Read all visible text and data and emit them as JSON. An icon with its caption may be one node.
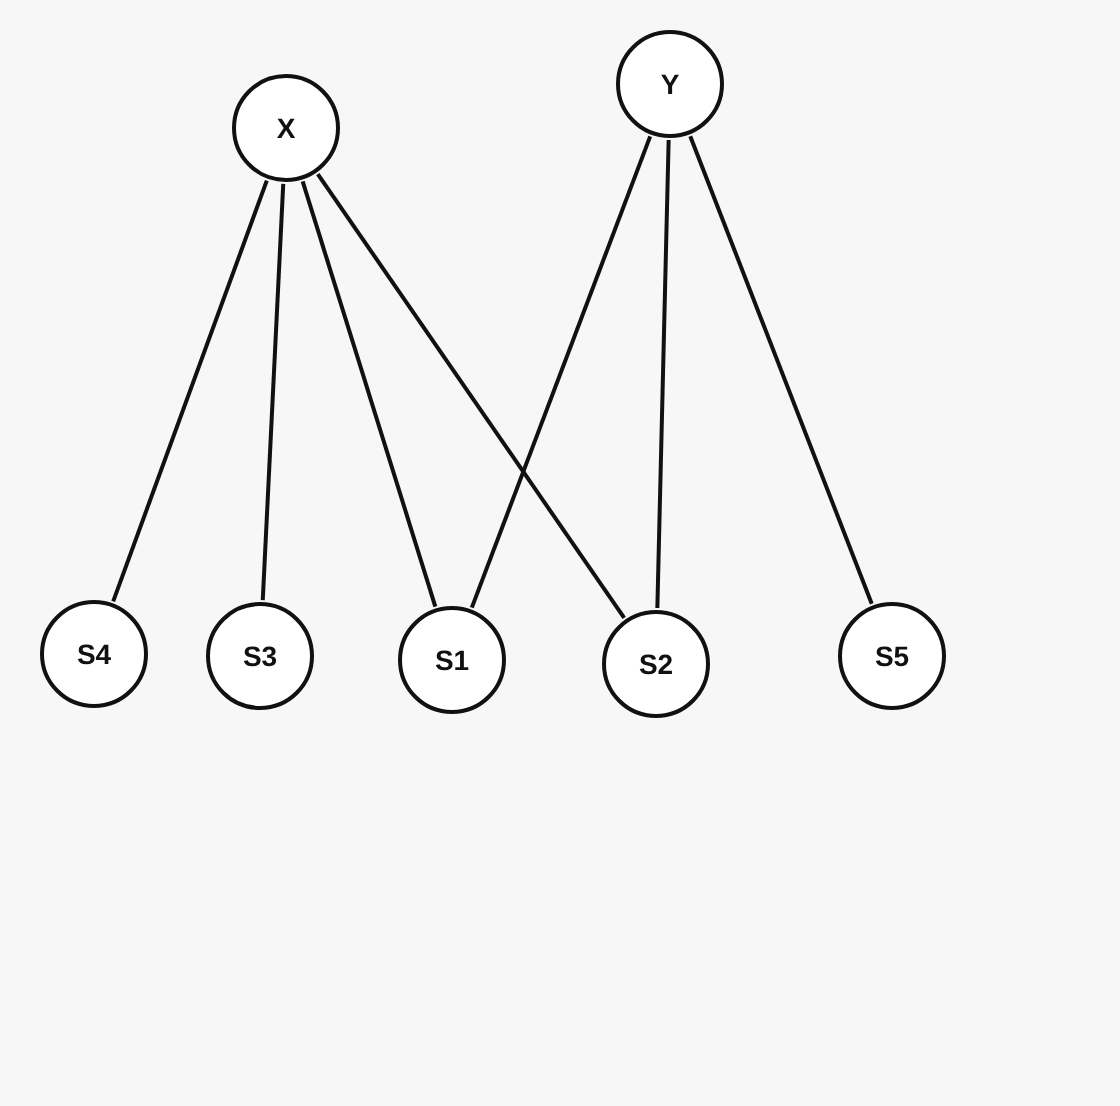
{
  "diagram": {
    "nodes": [
      {
        "text": [
          "X"
        ]
      },
      {
        "text": [
          "Y"
        ]
      },
      {
        "text": [
          "S4"
        ]
      },
      {
        "text": [
          "S3"
        ]
      },
      {
        "text": [
          "S1"
        ]
      },
      {
        "text": [
          "S2"
        ]
      },
      {
        "text": [
          "S5"
        ]
      }
    ],
    "edges": [
      {
        "from": 0,
        "to": 2,
        "arrow": "none"
      },
      {
        "from": 0,
        "to": 3,
        "arrow": "none"
      },
      {
        "from": 0,
        "to": 4,
        "arrow": "none"
      },
      {
        "from": 0,
        "to": 5,
        "arrow": "none"
      },
      {
        "from": 1,
        "to": 4,
        "arrow": "none"
      },
      {
        "from": 1,
        "to": 5,
        "arrow": "none"
      },
      {
        "from": 1,
        "to": 6,
        "arrow": "none"
      }
    ]
  }
}
